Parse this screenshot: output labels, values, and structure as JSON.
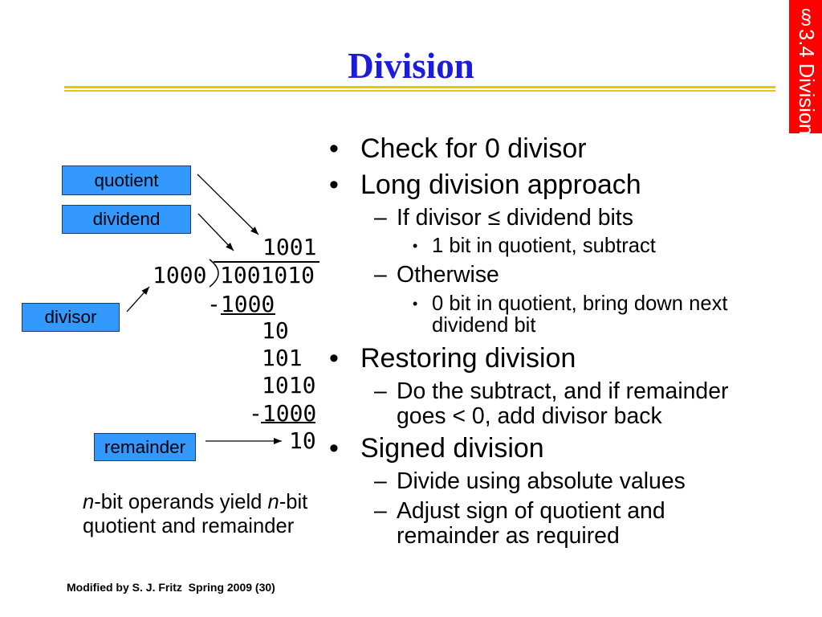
{
  "slide": {
    "title": "Division",
    "section_tab": "§3.4 Division",
    "footer": "Modified by S. J. Fritz  Spring 2009 (30)"
  },
  "markers": {
    "level1": "•",
    "level2": "–",
    "level3": "•"
  },
  "bullets": [
    {
      "level": 1,
      "text": "Check for 0 divisor"
    },
    {
      "level": 1,
      "text": "Long division approach"
    },
    {
      "level": 2,
      "text": "If divisor ≤ dividend bits"
    },
    {
      "level": 3,
      "text": "1 bit in quotient, subtract"
    },
    {
      "level": 2,
      "text": "Otherwise"
    },
    {
      "level": 3,
      "text": "0 bit in quotient, bring down next dividend bit"
    },
    {
      "level": 1,
      "text": "Restoring division"
    },
    {
      "level": 2,
      "text": "Do the subtract, and if remainder goes < 0, add divisor back"
    },
    {
      "level": 1,
      "text": "Signed division"
    },
    {
      "level": 2,
      "text": "Divide using absolute values"
    },
    {
      "level": 2,
      "text": "Adjust sign of quotient and remainder as required"
    }
  ],
  "diagram": {
    "labels": {
      "quotient": "quotient",
      "dividend": "dividend",
      "divisor": "divisor",
      "remainder": "remainder"
    },
    "long_division": {
      "quotient": "1001",
      "divisor": "1000",
      "dividend": "1001010",
      "steps": [
        "-1000",
        "10",
        "101",
        "1010",
        "-1000",
        "10"
      ]
    },
    "caption": {
      "var": "n",
      "line1_mid": "-bit operands yield ",
      "line1_end": "-bit",
      "line2": "quotient and remainder"
    }
  },
  "colors": {
    "title": "#1c1cdc",
    "section_tab": "#ff0000",
    "title_rule": "#f2c300",
    "label_box": "#3399ff"
  }
}
